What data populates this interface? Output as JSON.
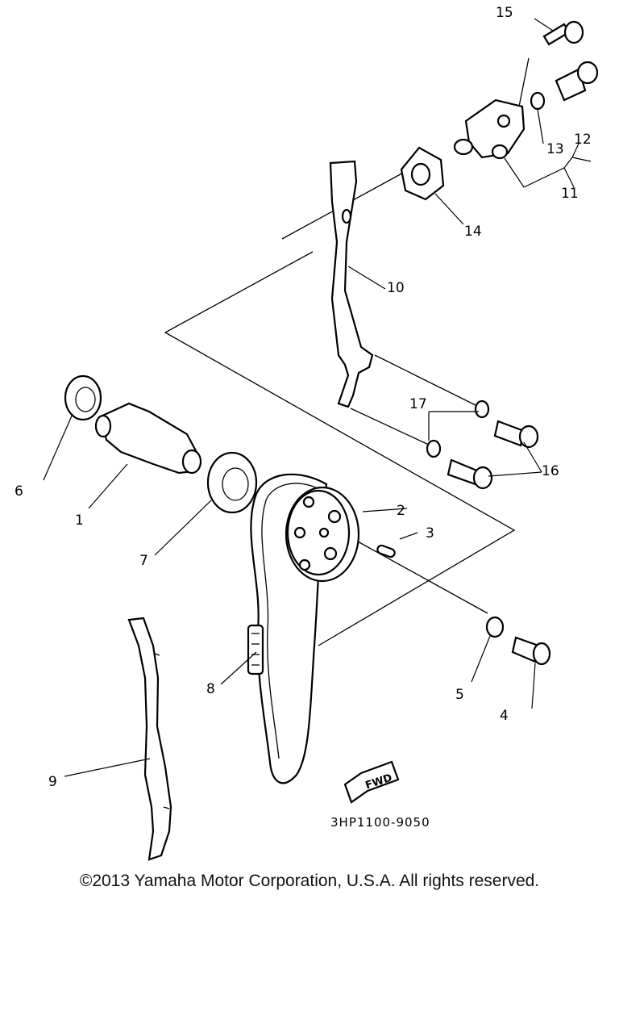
{
  "callouts": {
    "c1": "1",
    "c2": "2",
    "c3": "3",
    "c4": "4",
    "c5": "5",
    "c6": "6",
    "c7": "7",
    "c8": "8",
    "c9": "9",
    "c10": "10",
    "c11": "11",
    "c12": "12",
    "c13": "13",
    "c14": "14",
    "c15": "15",
    "c16": "16",
    "c17": "17"
  },
  "direction_marker": "FWD",
  "diagram_code": "3HP1100-9050",
  "copyright": "©2013 Yamaha Motor Corporation, U.S.A. All rights reserved."
}
